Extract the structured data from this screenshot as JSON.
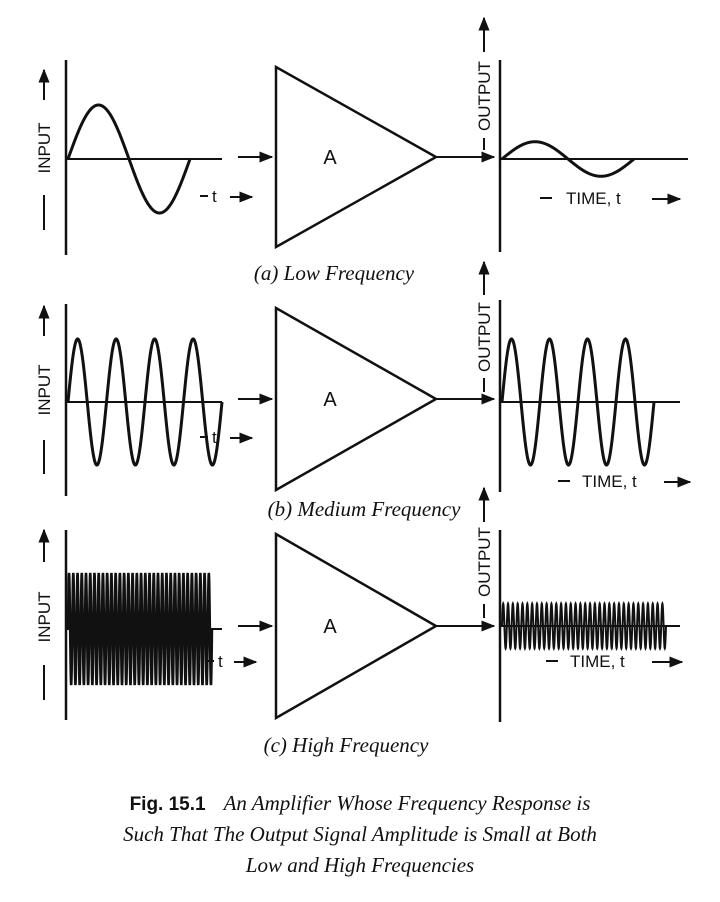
{
  "panels": [
    {
      "caption": "(a) Low Frequency",
      "input_label": "INPUT",
      "output_label": "OUTPUT",
      "input_time_label": "t",
      "output_time_label": "TIME, t",
      "amplifier_label": "A",
      "input_signal": {
        "cycles": 1,
        "relative_amplitude": 1.0
      },
      "output_signal": {
        "cycles": 1,
        "relative_amplitude": 0.32
      }
    },
    {
      "caption": "(b) Medium Frequency",
      "input_label": "INPUT",
      "output_label": "OUTPUT",
      "input_time_label": "t",
      "output_time_label": "TIME, t",
      "amplifier_label": "A",
      "input_signal": {
        "cycles": 4,
        "relative_amplitude": 1.0
      },
      "output_signal": {
        "cycles": 4,
        "relative_amplitude": 1.0
      }
    },
    {
      "caption": "(c) High Frequency",
      "input_label": "INPUT",
      "output_label": "OUTPUT",
      "input_time_label": "t",
      "output_time_label": "TIME, t",
      "amplifier_label": "A",
      "input_signal": {
        "cycles": 34,
        "relative_amplitude": 1.0
      },
      "output_signal": {
        "cycles": 34,
        "relative_amplitude": 0.4
      }
    }
  ],
  "figure": {
    "label": "Fig. 15.1",
    "caption_line1": "An Amplifier Whose Frequency Response is",
    "caption_line2": "Such That The Output Signal Amplitude is Small at Both",
    "caption_line3": "Low and High Frequencies"
  }
}
